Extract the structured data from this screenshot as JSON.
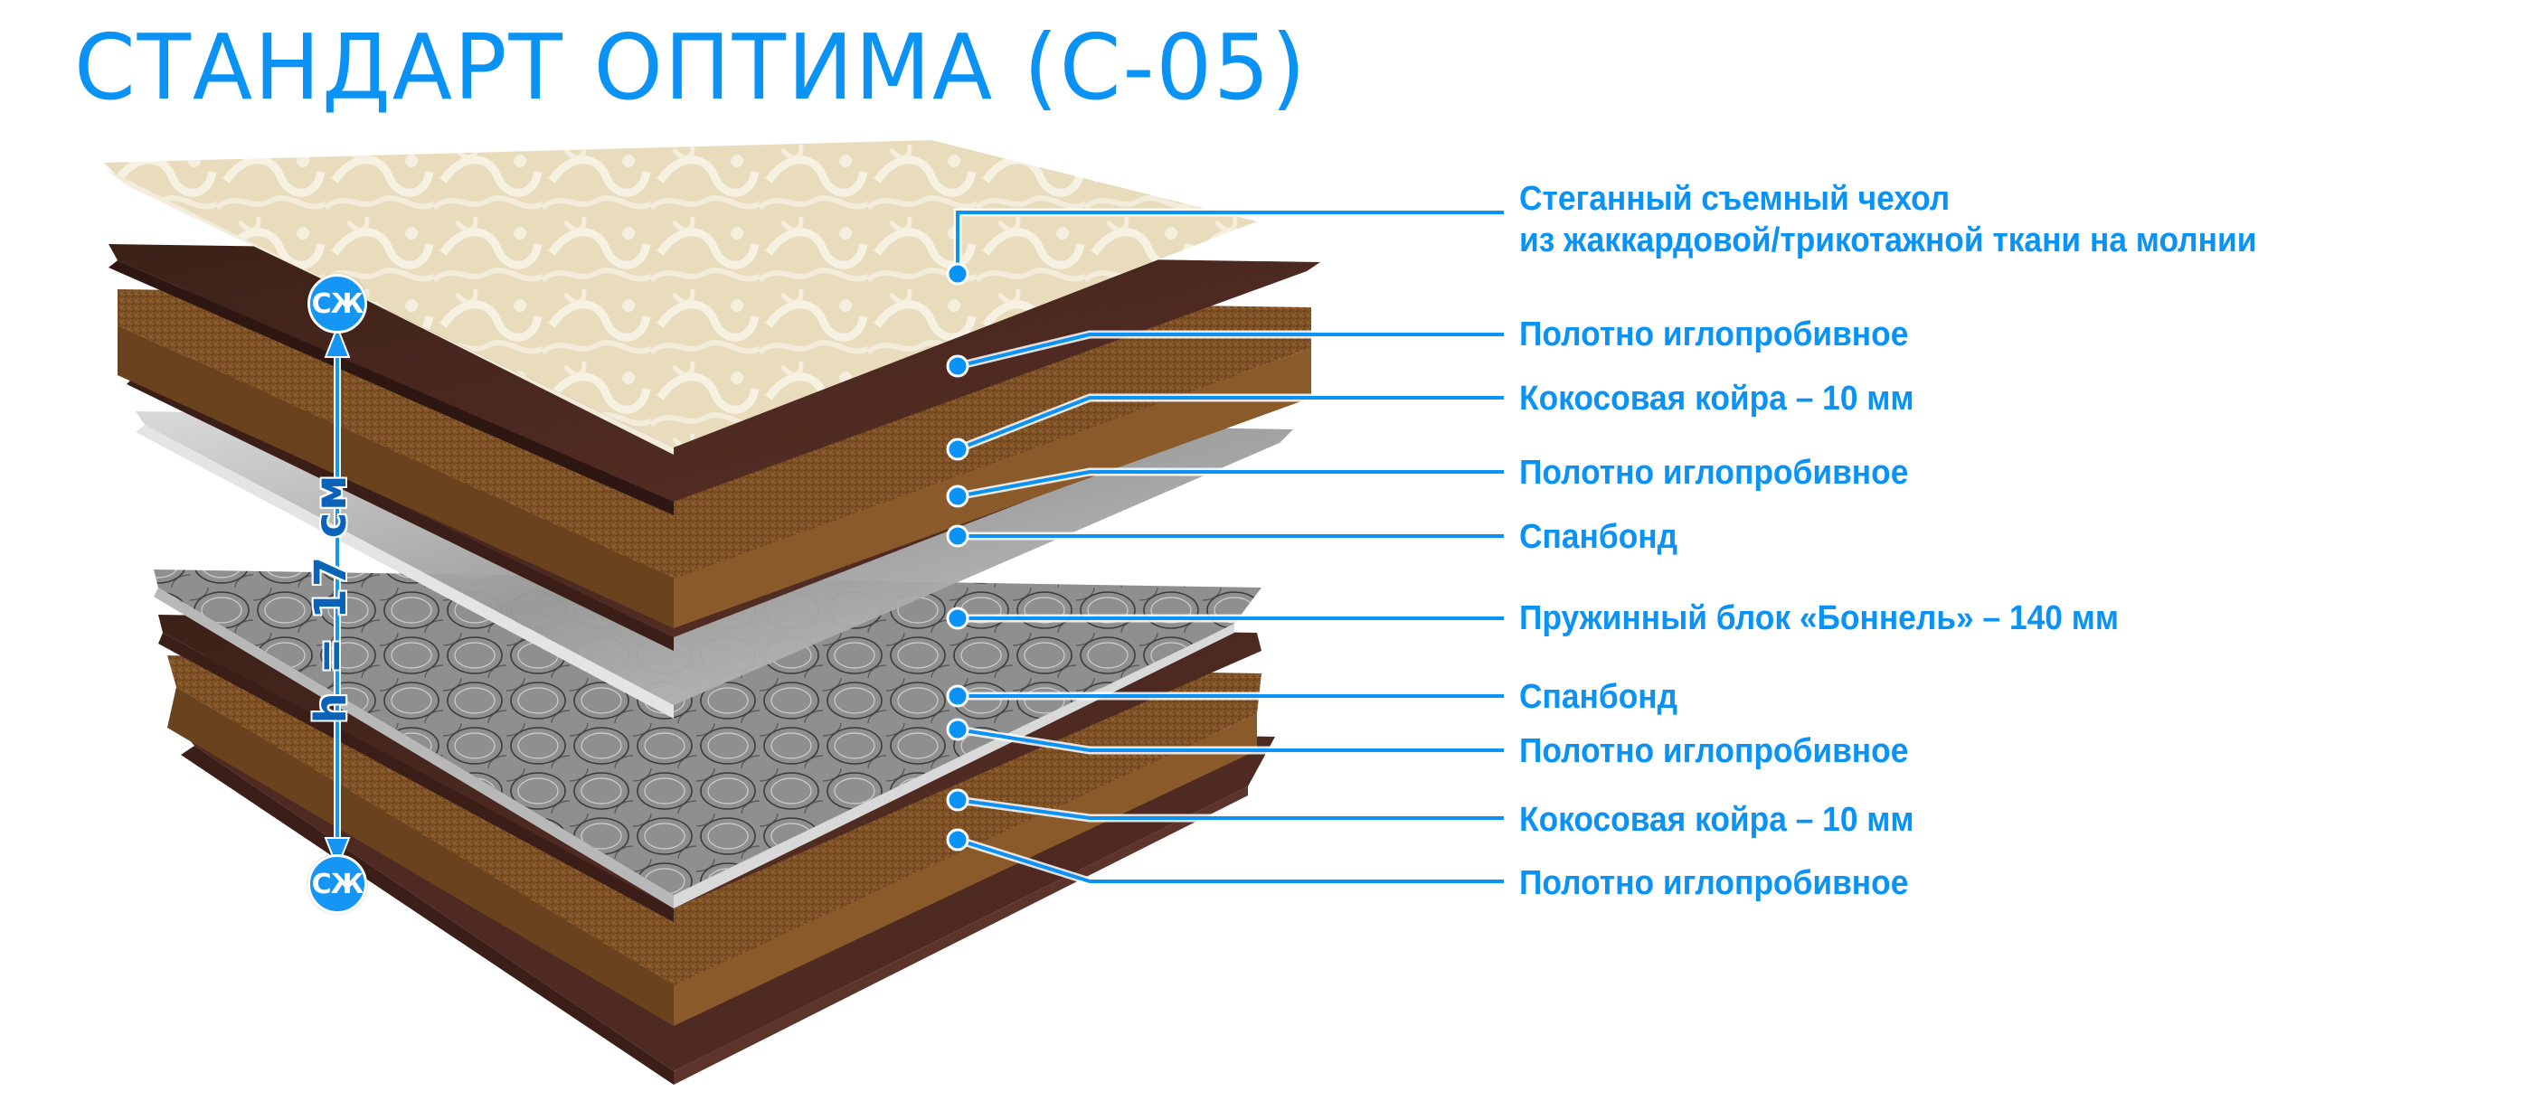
{
  "title": "СТАНДАРТ ОПТИМА (С-05)",
  "accent_color": "#0a93f5",
  "height_label": "h = 17 см",
  "badges": {
    "top": "СЖ",
    "bottom": "СЖ"
  },
  "layers": [
    {
      "label_line1": "Стеганный съемный чехол",
      "label_line2": "из жаккардовой/трикотажной ткани на молнии",
      "material": "jacquard-cover"
    },
    {
      "label_line1": "Полотно иглопробивное",
      "material": "needle-punched-felt"
    },
    {
      "label_line1": "Кокосовая койра – 10 мм",
      "material": "coconut-coir"
    },
    {
      "label_line1": "Полотно иглопробивное",
      "material": "needle-punched-felt"
    },
    {
      "label_line1": "Спанбонд",
      "material": "spunbond"
    },
    {
      "label_line1": "Пружинный блок «Боннель» – 140 мм",
      "material": "bonnell-spring-block"
    },
    {
      "label_line1": "Спанбонд",
      "material": "spunbond"
    },
    {
      "label_line1": "Полотно иглопробивное",
      "material": "needle-punched-felt"
    },
    {
      "label_line1": "Кокосовая койра – 10 мм",
      "material": "coconut-coir"
    },
    {
      "label_line1": "Полотно иглопробивное",
      "material": "needle-punched-felt"
    }
  ]
}
